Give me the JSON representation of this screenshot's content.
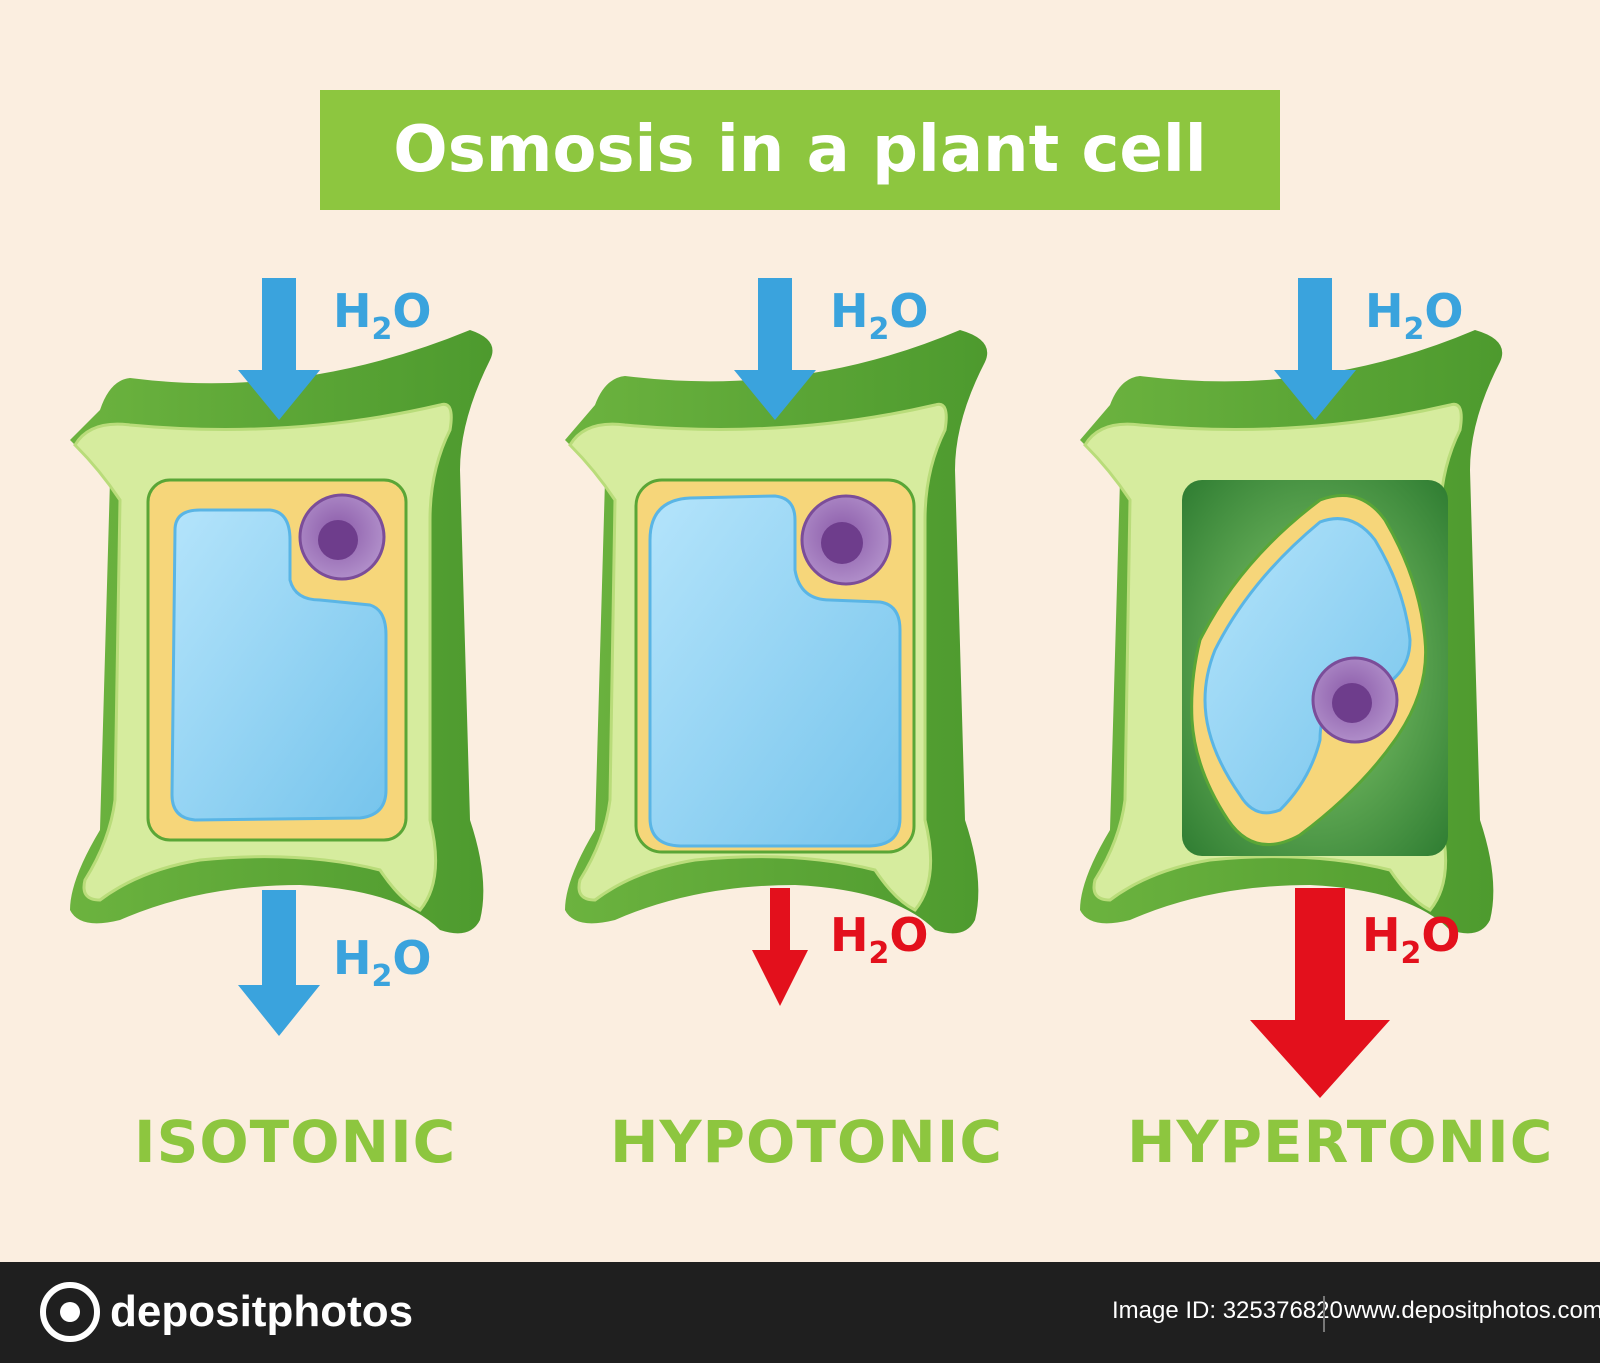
{
  "title": "Osmosis in a plant cell",
  "colors": {
    "background": "#fbeee0",
    "title_bg": "#8dc63f",
    "label_green": "#8dc63f",
    "water_blue": "#3aa3dd",
    "water_red": "#e3101c",
    "cell_wall_dark": "#5aa636",
    "cell_wall_light": "#d6ec9e",
    "vacuole": "#8ed0f2",
    "cytoplasm": "#f6d67a",
    "nucleus": "#9a6bb2"
  },
  "cells": [
    {
      "label": "ISOTONIC",
      "water_in": {
        "text_main": "H",
        "text_sub": "2",
        "text_end": "O",
        "color": "blue"
      },
      "water_out": {
        "text_main": "H",
        "text_sub": "2",
        "text_end": "O",
        "color": "blue"
      }
    },
    {
      "label": "HYPOTONIC",
      "water_in": {
        "text_main": "H",
        "text_sub": "2",
        "text_end": "O",
        "color": "blue"
      },
      "water_out": {
        "text_main": "H",
        "text_sub": "2",
        "text_end": "O",
        "color": "red"
      }
    },
    {
      "label": "HYPERTONIC",
      "water_in": {
        "text_main": "H",
        "text_sub": "2",
        "text_end": "O",
        "color": "blue"
      },
      "water_out": {
        "text_main": "H",
        "text_sub": "2",
        "text_end": "O",
        "color": "red"
      }
    }
  ],
  "footer": {
    "logo_text": "depositphotos",
    "image_id": "Image ID: 325376820",
    "url": "www.depositphotos.com"
  }
}
